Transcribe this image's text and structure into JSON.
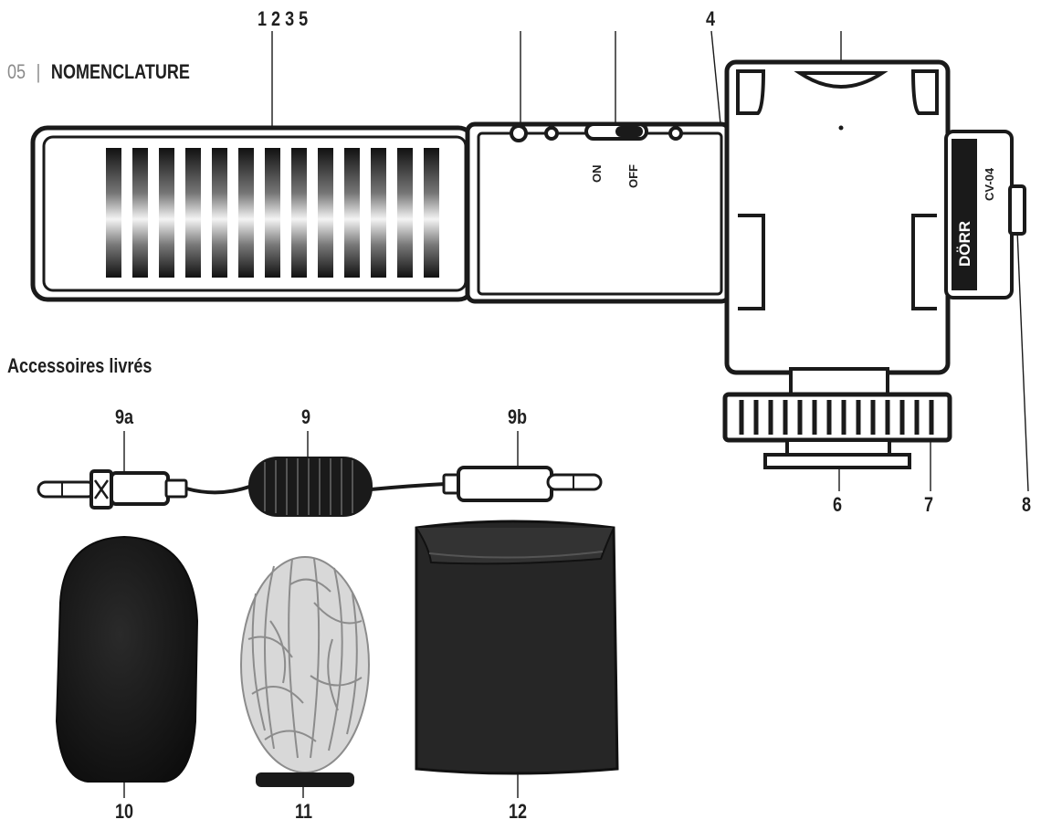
{
  "header": {
    "section_number": "05",
    "separator": "|",
    "title": "NOMENCLATURE"
  },
  "accessories_heading": "Accessoires livrés",
  "microphone": {
    "switch_on": "ON",
    "switch_off": "OFF",
    "brand": "DÖRR",
    "model": "CV-04"
  },
  "callouts": {
    "top_group": "1 2 3 5",
    "c4": "4",
    "c6": "6",
    "c7": "7",
    "c8": "8",
    "c9": "9",
    "c9a": "9a",
    "c9b": "9b",
    "c10": "10",
    "c11": "11",
    "c12": "12"
  },
  "colors": {
    "outline": "#1a1a1a",
    "foam": "#141414",
    "fur": "#8c8c8c",
    "pouch": "#262626"
  }
}
